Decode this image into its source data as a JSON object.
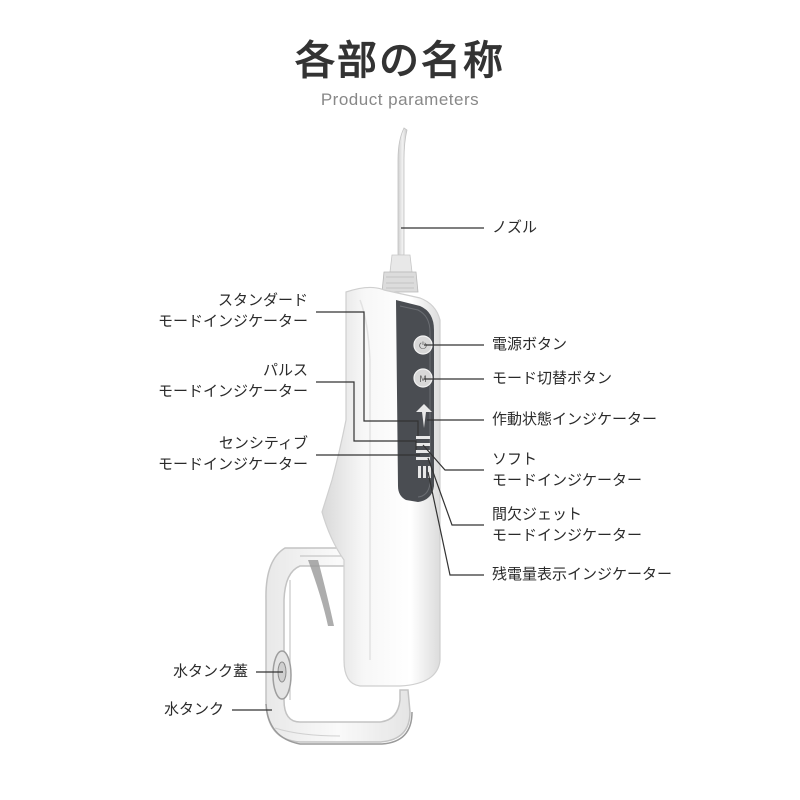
{
  "title": "各部の名称",
  "subtitle": "Product parameters",
  "labels": {
    "nozzle": "ノズル",
    "power_button": "電源ボタン",
    "mode_switch_button": "モード切替ボタン",
    "status_indicator": "作動状態インジケーター",
    "soft_1": "ソフト",
    "soft_2": "モードインジケーター",
    "pulse_jet_1": "間欠ジェット",
    "pulse_jet_2": "モードインジケーター",
    "battery_indicator": "残電量表示インジケーター",
    "standard_1": "スタンダード",
    "standard_2": "モードインジケーター",
    "pulse_1": "パルス",
    "pulse_2": "モードインジケーター",
    "sensitive_1": "センシティブ",
    "sensitive_2": "モードインジケーター",
    "tank_lid": "水タンク蓋",
    "water_tank": "水タンク"
  },
  "colors": {
    "line": "#333333",
    "body": "#f4f4f4",
    "panel": "#4a4d52",
    "nozzle": "#e8e8e8"
  }
}
